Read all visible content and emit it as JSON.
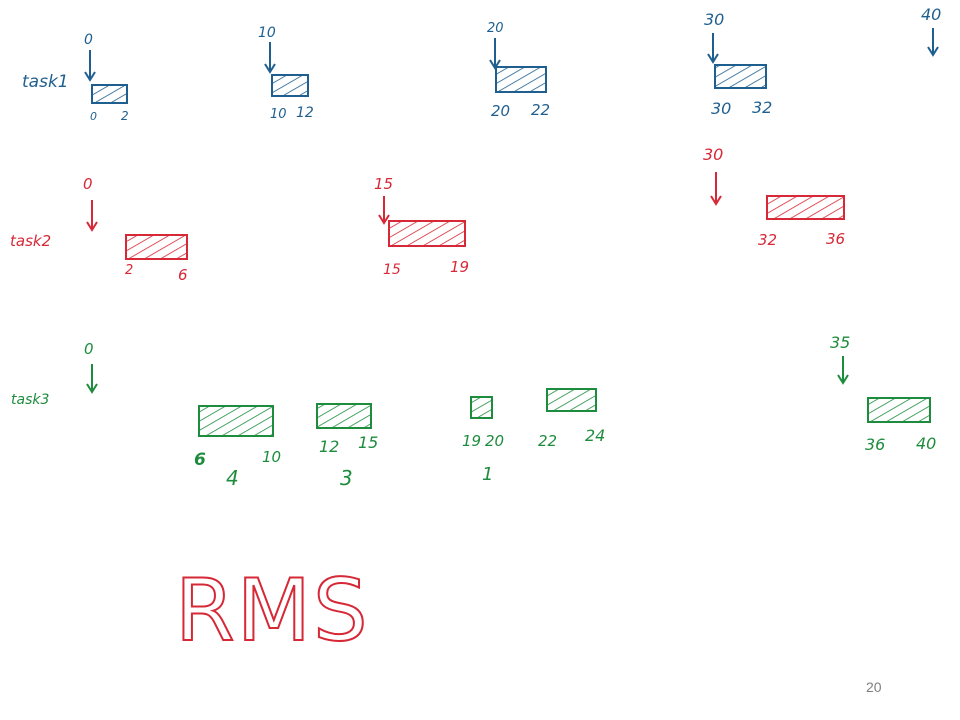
{
  "colors": {
    "task1": "#1f5f8f",
    "task2": "#d62836",
    "task3": "#1e8c3d"
  },
  "rows": [
    {
      "id": "task1",
      "label": "task1",
      "color": "#1f5f8f",
      "arrivals": [
        "0",
        "10",
        "20",
        "30",
        "40"
      ],
      "jobs": [
        {
          "start": "0",
          "end": "2"
        },
        {
          "start": "10",
          "end": "12"
        },
        {
          "start": "20",
          "end": "22"
        },
        {
          "start": "30",
          "end": "32"
        }
      ]
    },
    {
      "id": "task2",
      "label": "task2",
      "color": "#d62836",
      "arrivals": [
        "0",
        "15",
        "30"
      ],
      "jobs": [
        {
          "start": "2",
          "end": "6"
        },
        {
          "start": "15",
          "end": "19"
        },
        {
          "start": "32",
          "end": "36"
        }
      ]
    },
    {
      "id": "task3",
      "label": "task3",
      "color": "#1e8c3d",
      "arrivals": [
        "0",
        "35"
      ],
      "jobs": [
        {
          "start": "6",
          "end": "10",
          "duration": "4"
        },
        {
          "start": "12",
          "end": "15",
          "duration": "3"
        },
        {
          "start": "19",
          "end": "20",
          "duration": "1"
        },
        {
          "start": "22",
          "end": "24"
        },
        {
          "start": "36",
          "end": "40"
        }
      ]
    }
  ],
  "title": "RMS",
  "slide_number": "20"
}
